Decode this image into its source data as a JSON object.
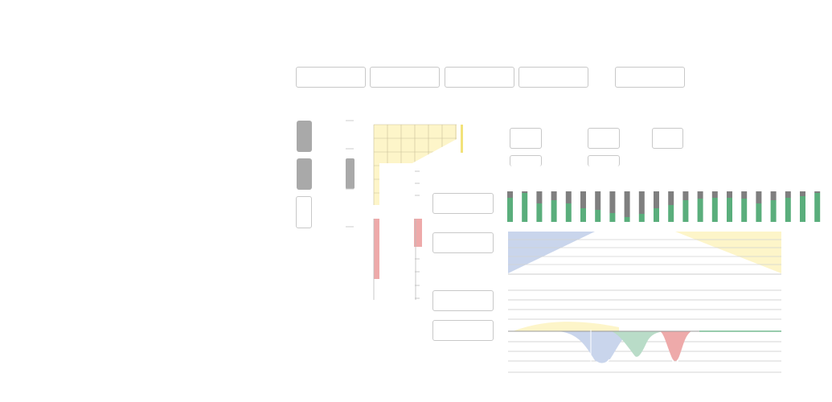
{
  "toolbar": {
    "buttons": [
      {
        "label": ""
      },
      {
        "label": ""
      },
      {
        "label": ""
      },
      {
        "label": ""
      },
      {
        "label": ""
      }
    ]
  },
  "side_panel": {
    "items": [
      {
        "label": ""
      },
      {
        "label": ""
      },
      {
        "label": ""
      },
      {
        "label": ""
      }
    ]
  },
  "options": {
    "buttons": [
      {
        "label": ""
      },
      {
        "label": ""
      },
      {
        "label": ""
      },
      {
        "label": ""
      },
      {
        "label": ""
      }
    ]
  },
  "colors": {
    "yellow_fill": "#fdf5c9",
    "yellow_line": "#f2e27a",
    "blue_fill": "#c9d5ec",
    "green_fill": "#b9dcc8",
    "red_fill": "#eeaaaa",
    "bar_green": "#5aae7c",
    "bar_gray": "#7f7f7f",
    "toggle_gray": "#a9a9a9",
    "border": "#c8c8c8"
  },
  "chart_data": {
    "type": "bar",
    "bars": [
      {
        "green": 0.8
      },
      {
        "green": 0.95
      },
      {
        "green": 0.6
      },
      {
        "green": 0.7
      },
      {
        "green": 0.6
      },
      {
        "green": 0.45
      },
      {
        "green": 0.4
      },
      {
        "green": 0.3
      },
      {
        "green": 0.15
      },
      {
        "green": 0.25
      },
      {
        "green": 0.45
      },
      {
        "green": 0.55
      },
      {
        "green": 0.7
      },
      {
        "green": 0.75
      },
      {
        "green": 0.8
      },
      {
        "green": 0.8
      },
      {
        "green": 0.75
      },
      {
        "green": 0.6
      },
      {
        "green": 0.7
      },
      {
        "green": 0.8
      },
      {
        "green": 0.85
      },
      {
        "green": 0.95
      }
    ]
  }
}
